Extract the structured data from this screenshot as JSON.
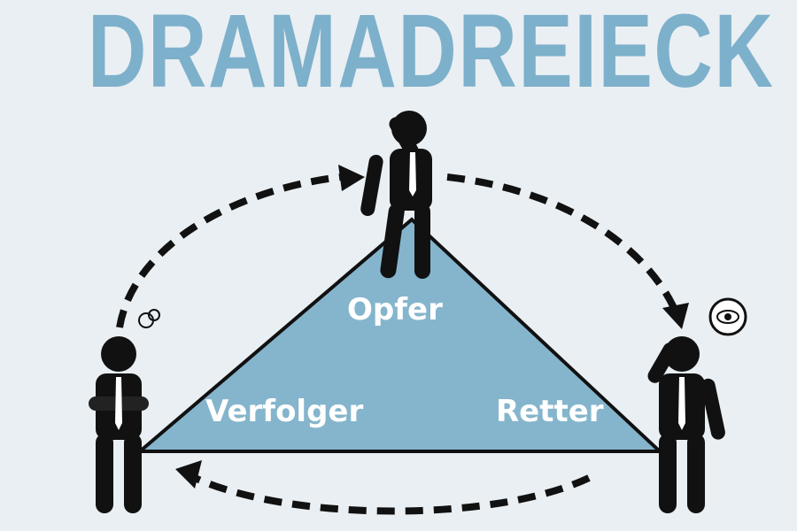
{
  "title": "DRAMADREIECK",
  "roles": {
    "top": "Opfer",
    "left": "Verfolger",
    "right": "Retter"
  },
  "colors": {
    "title": "#7db0cb",
    "triangle": "#85b5cc",
    "background": "#e9eff3",
    "figures": "#000000"
  }
}
